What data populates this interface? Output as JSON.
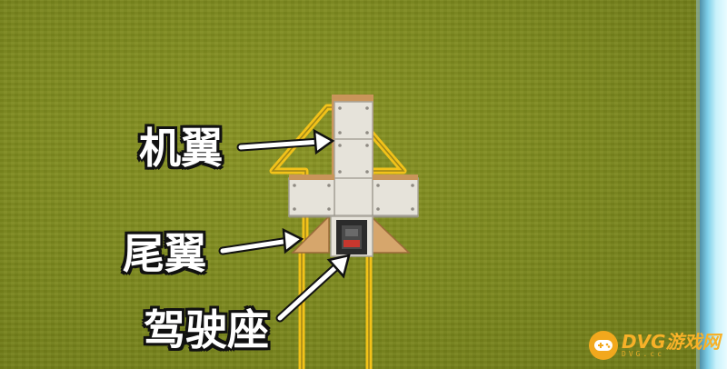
{
  "labels": {
    "wing": "机翼",
    "tail": "尾翼",
    "cockpit": "驾驶座"
  },
  "watermark": {
    "brand": "DVG游戏网",
    "url": "DVG.cc"
  },
  "icons": [
    "arrow-outline-icon",
    "wing-block-icon",
    "tail-fin-icon",
    "cockpit-seat-icon",
    "gamepad-icon"
  ],
  "colors": {
    "grass": "#7d8a1e",
    "outline": "#f2c21a",
    "panel": "#e4e1d8",
    "wood": "#c9955a",
    "water": "#7fd0ea",
    "label_text": "#ffffff",
    "watermark": "#f2a81d"
  }
}
